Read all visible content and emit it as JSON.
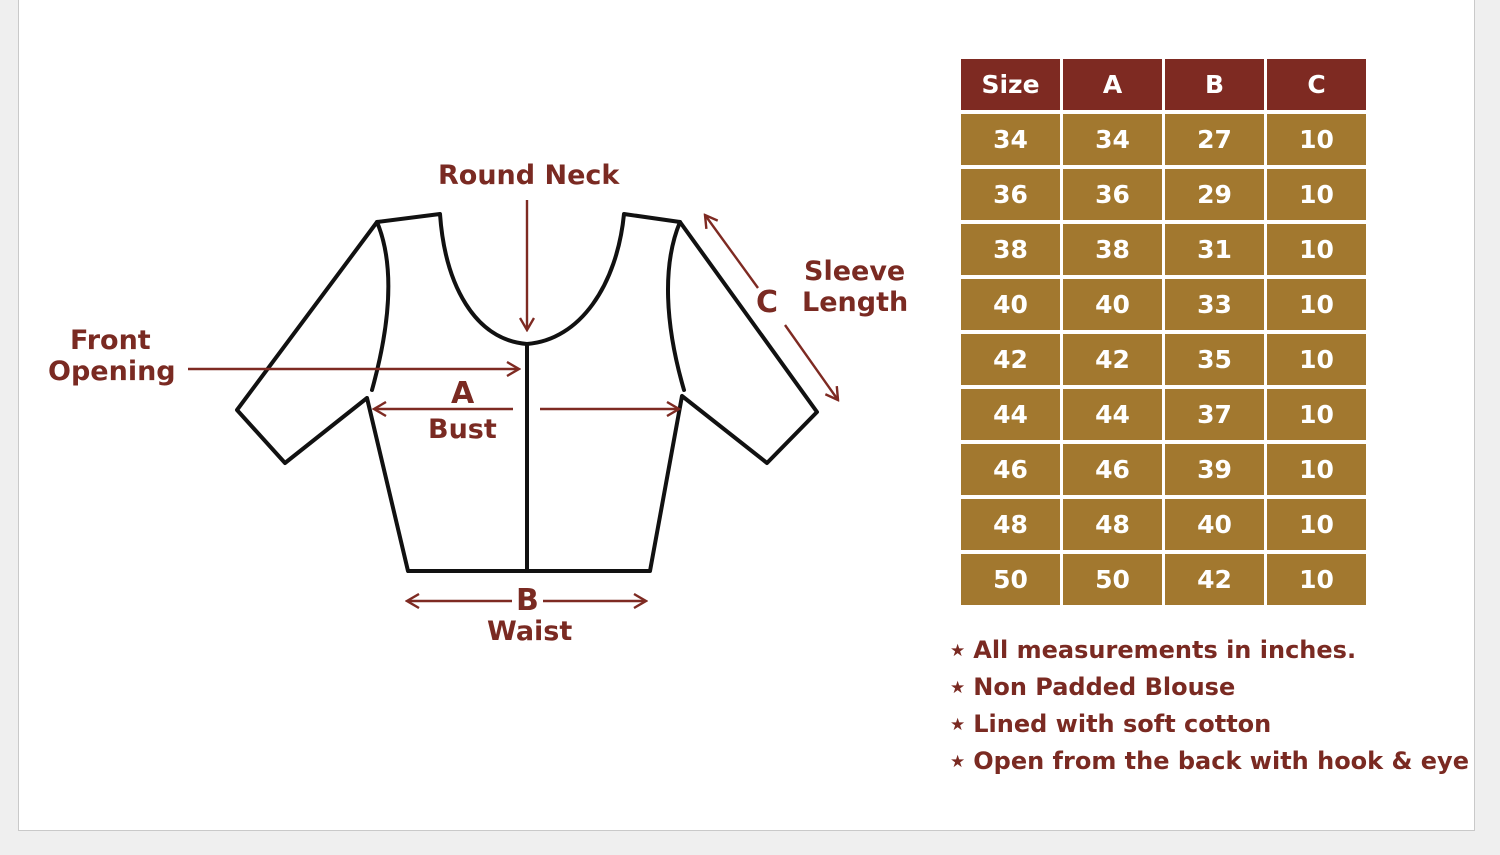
{
  "diagram": {
    "labels": {
      "round_neck": "Round Neck",
      "sleeve": "Sleeve",
      "length": "Length",
      "c_letter": "C",
      "front": "Front",
      "opening": "Opening",
      "a_letter": "A",
      "bust": "Bust",
      "b_letter": "B",
      "waist": "Waist"
    }
  },
  "size_table": {
    "headers": [
      "Size",
      "A",
      "B",
      "C"
    ],
    "rows": [
      [
        "34",
        "34",
        "27",
        "10"
      ],
      [
        "36",
        "36",
        "29",
        "10"
      ],
      [
        "38",
        "38",
        "31",
        "10"
      ],
      [
        "40",
        "40",
        "33",
        "10"
      ],
      [
        "42",
        "42",
        "35",
        "10"
      ],
      [
        "44",
        "44",
        "37",
        "10"
      ],
      [
        "46",
        "46",
        "39",
        "10"
      ],
      [
        "48",
        "48",
        "40",
        "10"
      ],
      [
        "50",
        "50",
        "42",
        "10"
      ]
    ]
  },
  "notes": {
    "star": "★",
    "items": [
      "All measurements in inches.",
      "Non Padded Blouse",
      "Lined with soft cotton",
      "Open from the back with hook & eye"
    ]
  },
  "colors": {
    "maroon": "#7e2a22",
    "gold": "#a2782f",
    "outline": "#111111"
  }
}
